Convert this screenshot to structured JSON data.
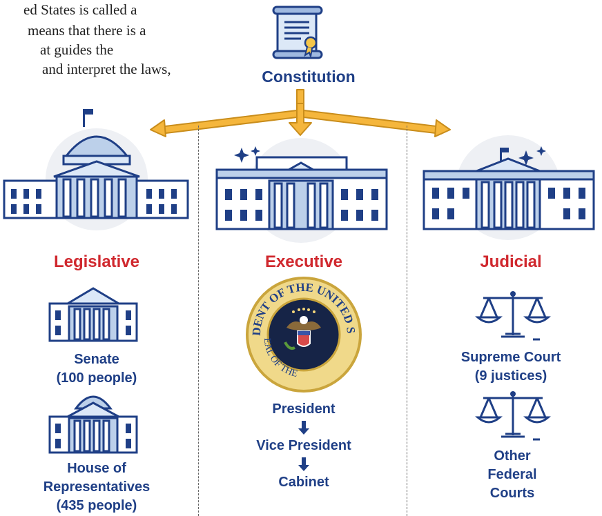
{
  "intro_lines": [
    "ed States is called a",
    "means that there is a",
    "at guides the",
    "and interpret the laws,"
  ],
  "constitution": {
    "label": "Constitution"
  },
  "branches": [
    {
      "name": "Legislative",
      "items": [
        {
          "lines": [
            "Senate",
            "(100 people)"
          ]
        },
        {
          "lines": [
            "House of",
            "Representatives",
            "(435 people)"
          ]
        }
      ]
    },
    {
      "name": "Executive",
      "seal_text": [
        "PRESIDENT OF THE UNITED STATES",
        "SEAL OF THE"
      ],
      "chain": [
        "President",
        "Vice President",
        "Cabinet"
      ]
    },
    {
      "name": "Judicial",
      "items": [
        {
          "lines": [
            "Supreme Court",
            "(9 justices)"
          ]
        },
        {
          "lines": [
            "Other",
            "Federal",
            "Courts"
          ]
        }
      ]
    }
  ],
  "colors": {
    "title_blue": "#1f3f86",
    "branch_red": "#d0282e",
    "arrow_gold": "#f5b63c",
    "building_blue": "#bcd0ea"
  }
}
